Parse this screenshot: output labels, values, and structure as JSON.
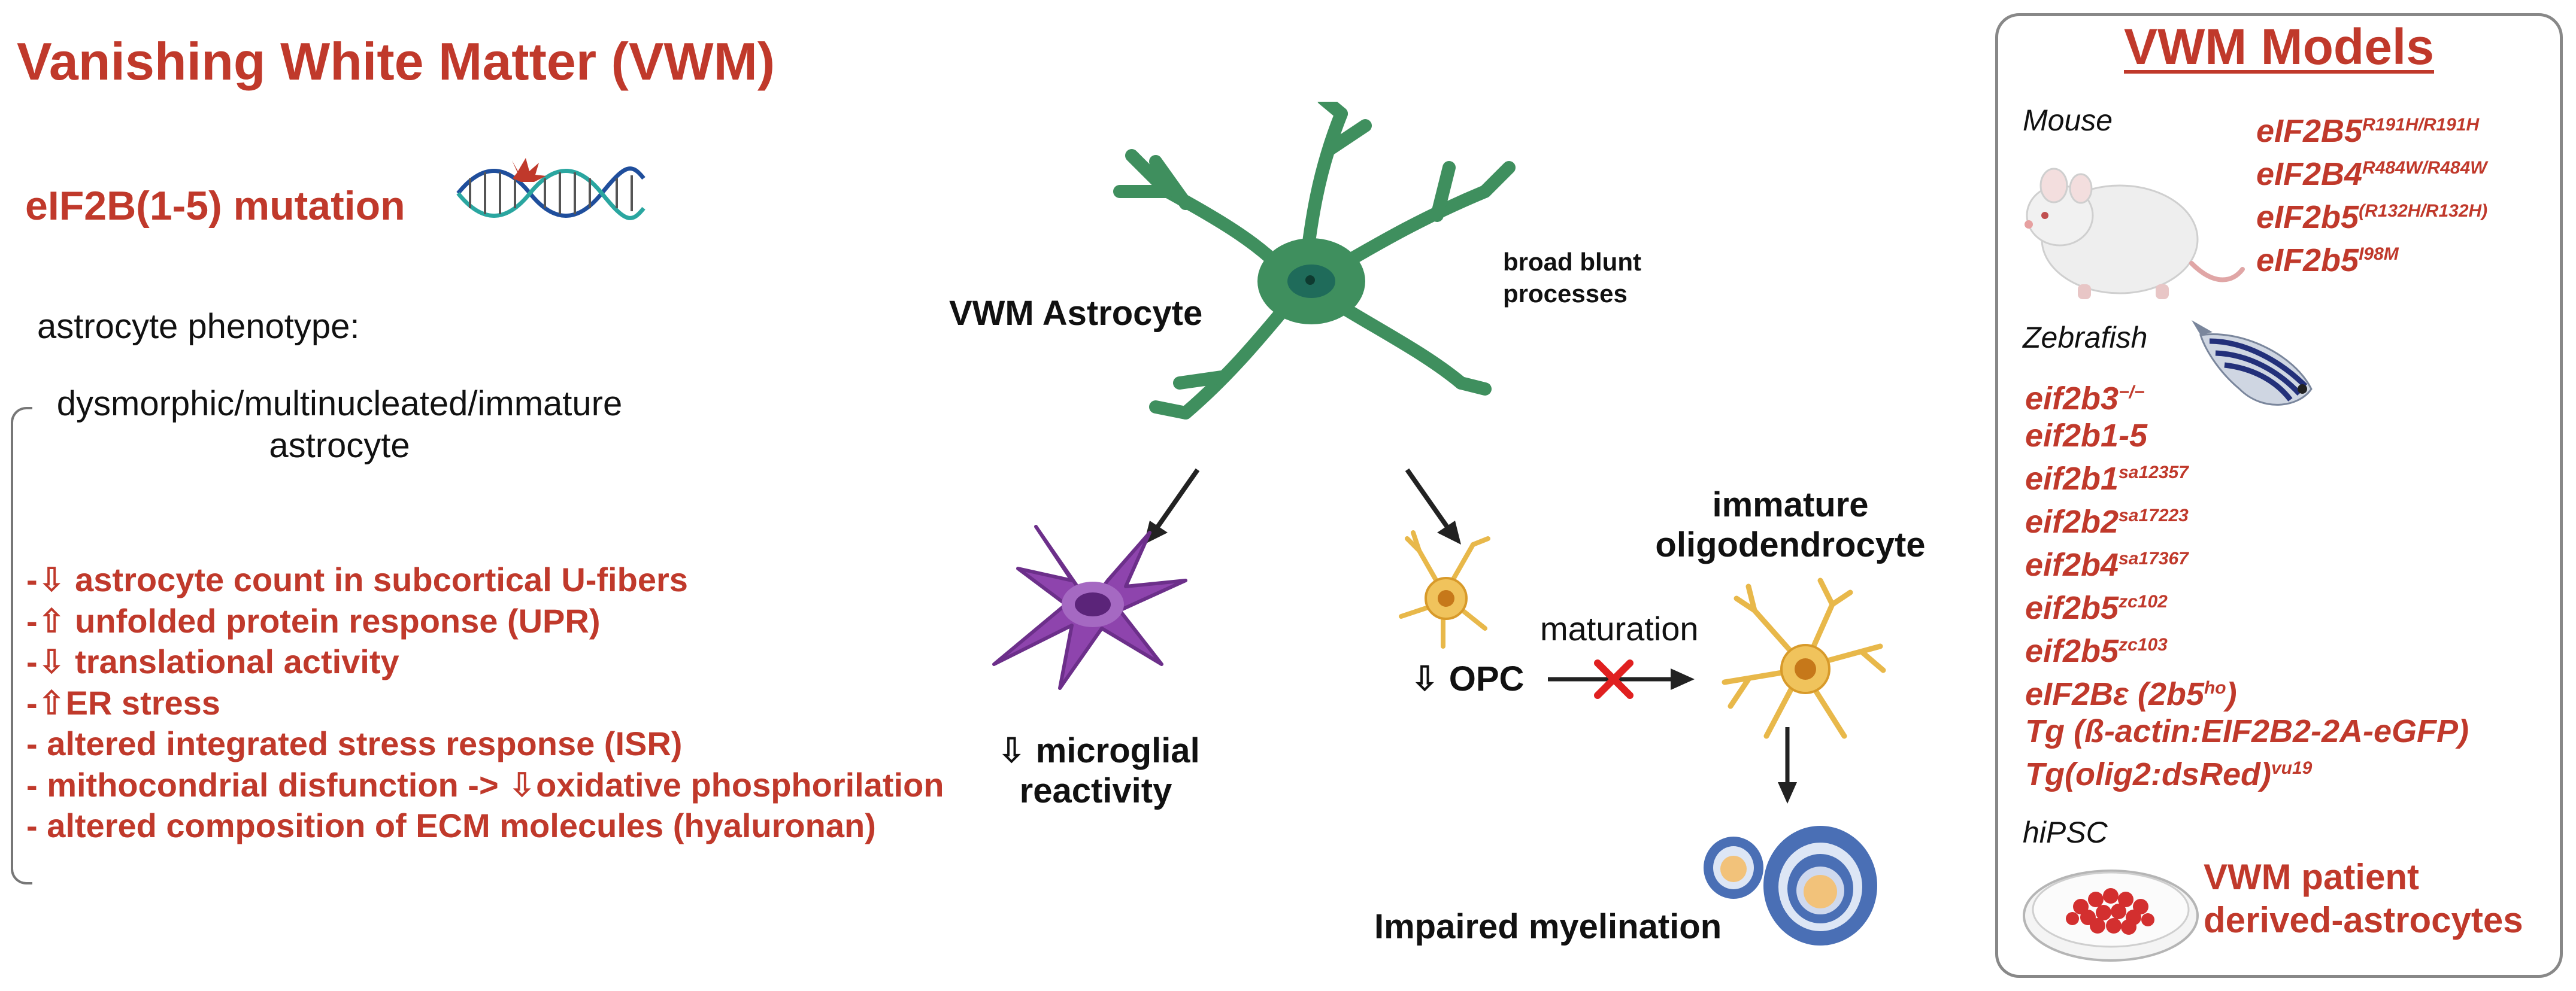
{
  "title": "Vanishing White Matter (VWM)",
  "mutation_label": "eIF2B(1-5) mutation",
  "phenotype": {
    "heading": "astrocyte phenotype:",
    "description": "dysmorphic/multinucleated/immature astrocyte",
    "features": [
      "-⇩ astrocyte count in subcortical U-fibers",
      "-⇧ unfolded protein response (UPR)",
      "-⇩ translational activity",
      "-⇧ER stress",
      "- altered integrated stress response (ISR)",
      "- mithocondrial disfunction -> ⇩oxidative phosphorilation",
      "- altered composition of ECM molecules (hyaluronan)"
    ]
  },
  "diagram": {
    "astrocyte_label": "VWM Astrocyte",
    "processes_label_line1": "broad blunt",
    "processes_label_line2": "processes",
    "microglia_label_line1": "⇩ microglial",
    "microglia_label_line2": "reactivity",
    "opc_label": "⇩ OPC",
    "maturation_label": "maturation",
    "oligo_label_line1": "immature",
    "oligo_label_line2": "oligodendrocyte",
    "myelination_label": "Impaired myelination"
  },
  "models": {
    "title": "VWM Models",
    "mouse": {
      "label": "Mouse",
      "genes": [
        {
          "base": "eIF2B5",
          "sup": "R191H/R191H"
        },
        {
          "base": "eIF2B4",
          "sup": "R484W/R484W"
        },
        {
          "base": "eIF2b5",
          "sup": "(R132H/R132H)"
        },
        {
          "base": "eIF2b5",
          "sup": "I98M"
        }
      ]
    },
    "zebrafish": {
      "label": "Zebrafish",
      "genes": [
        {
          "base": "eif2b3",
          "sup": "−/−"
        },
        {
          "base": "eif2b1-5",
          "sup": ""
        },
        {
          "base": "eif2b1",
          "sup": "sa12357"
        },
        {
          "base": "eif2b2",
          "sup": "sa17223"
        },
        {
          "base": "eif2b4",
          "sup": "sa17367"
        },
        {
          "base": "eif2b5",
          "sup": "zc102"
        },
        {
          "base": "eif2b5",
          "sup": "zc103"
        },
        {
          "base": "eIF2Bε (2b5",
          "sup": "ho",
          "tail": ")"
        },
        {
          "base": "Tg (ß-actin:EIF2B2-2A-eGFP)",
          "sup": ""
        },
        {
          "base": "Tg(olig2:dsRed)",
          "sup": "vu19"
        }
      ]
    },
    "hipsc": {
      "label": "hiPSC",
      "text_line1": "VWM patient",
      "text_line2": "derived-astrocytes"
    }
  },
  "colors": {
    "accent_red": "#c0392b",
    "astrocyte_green": "#3f8f5e",
    "microglia_purple": "#8e44ad",
    "oligo_yellow": "#e8b84a",
    "myelin_blue": "#4a6fb5"
  }
}
